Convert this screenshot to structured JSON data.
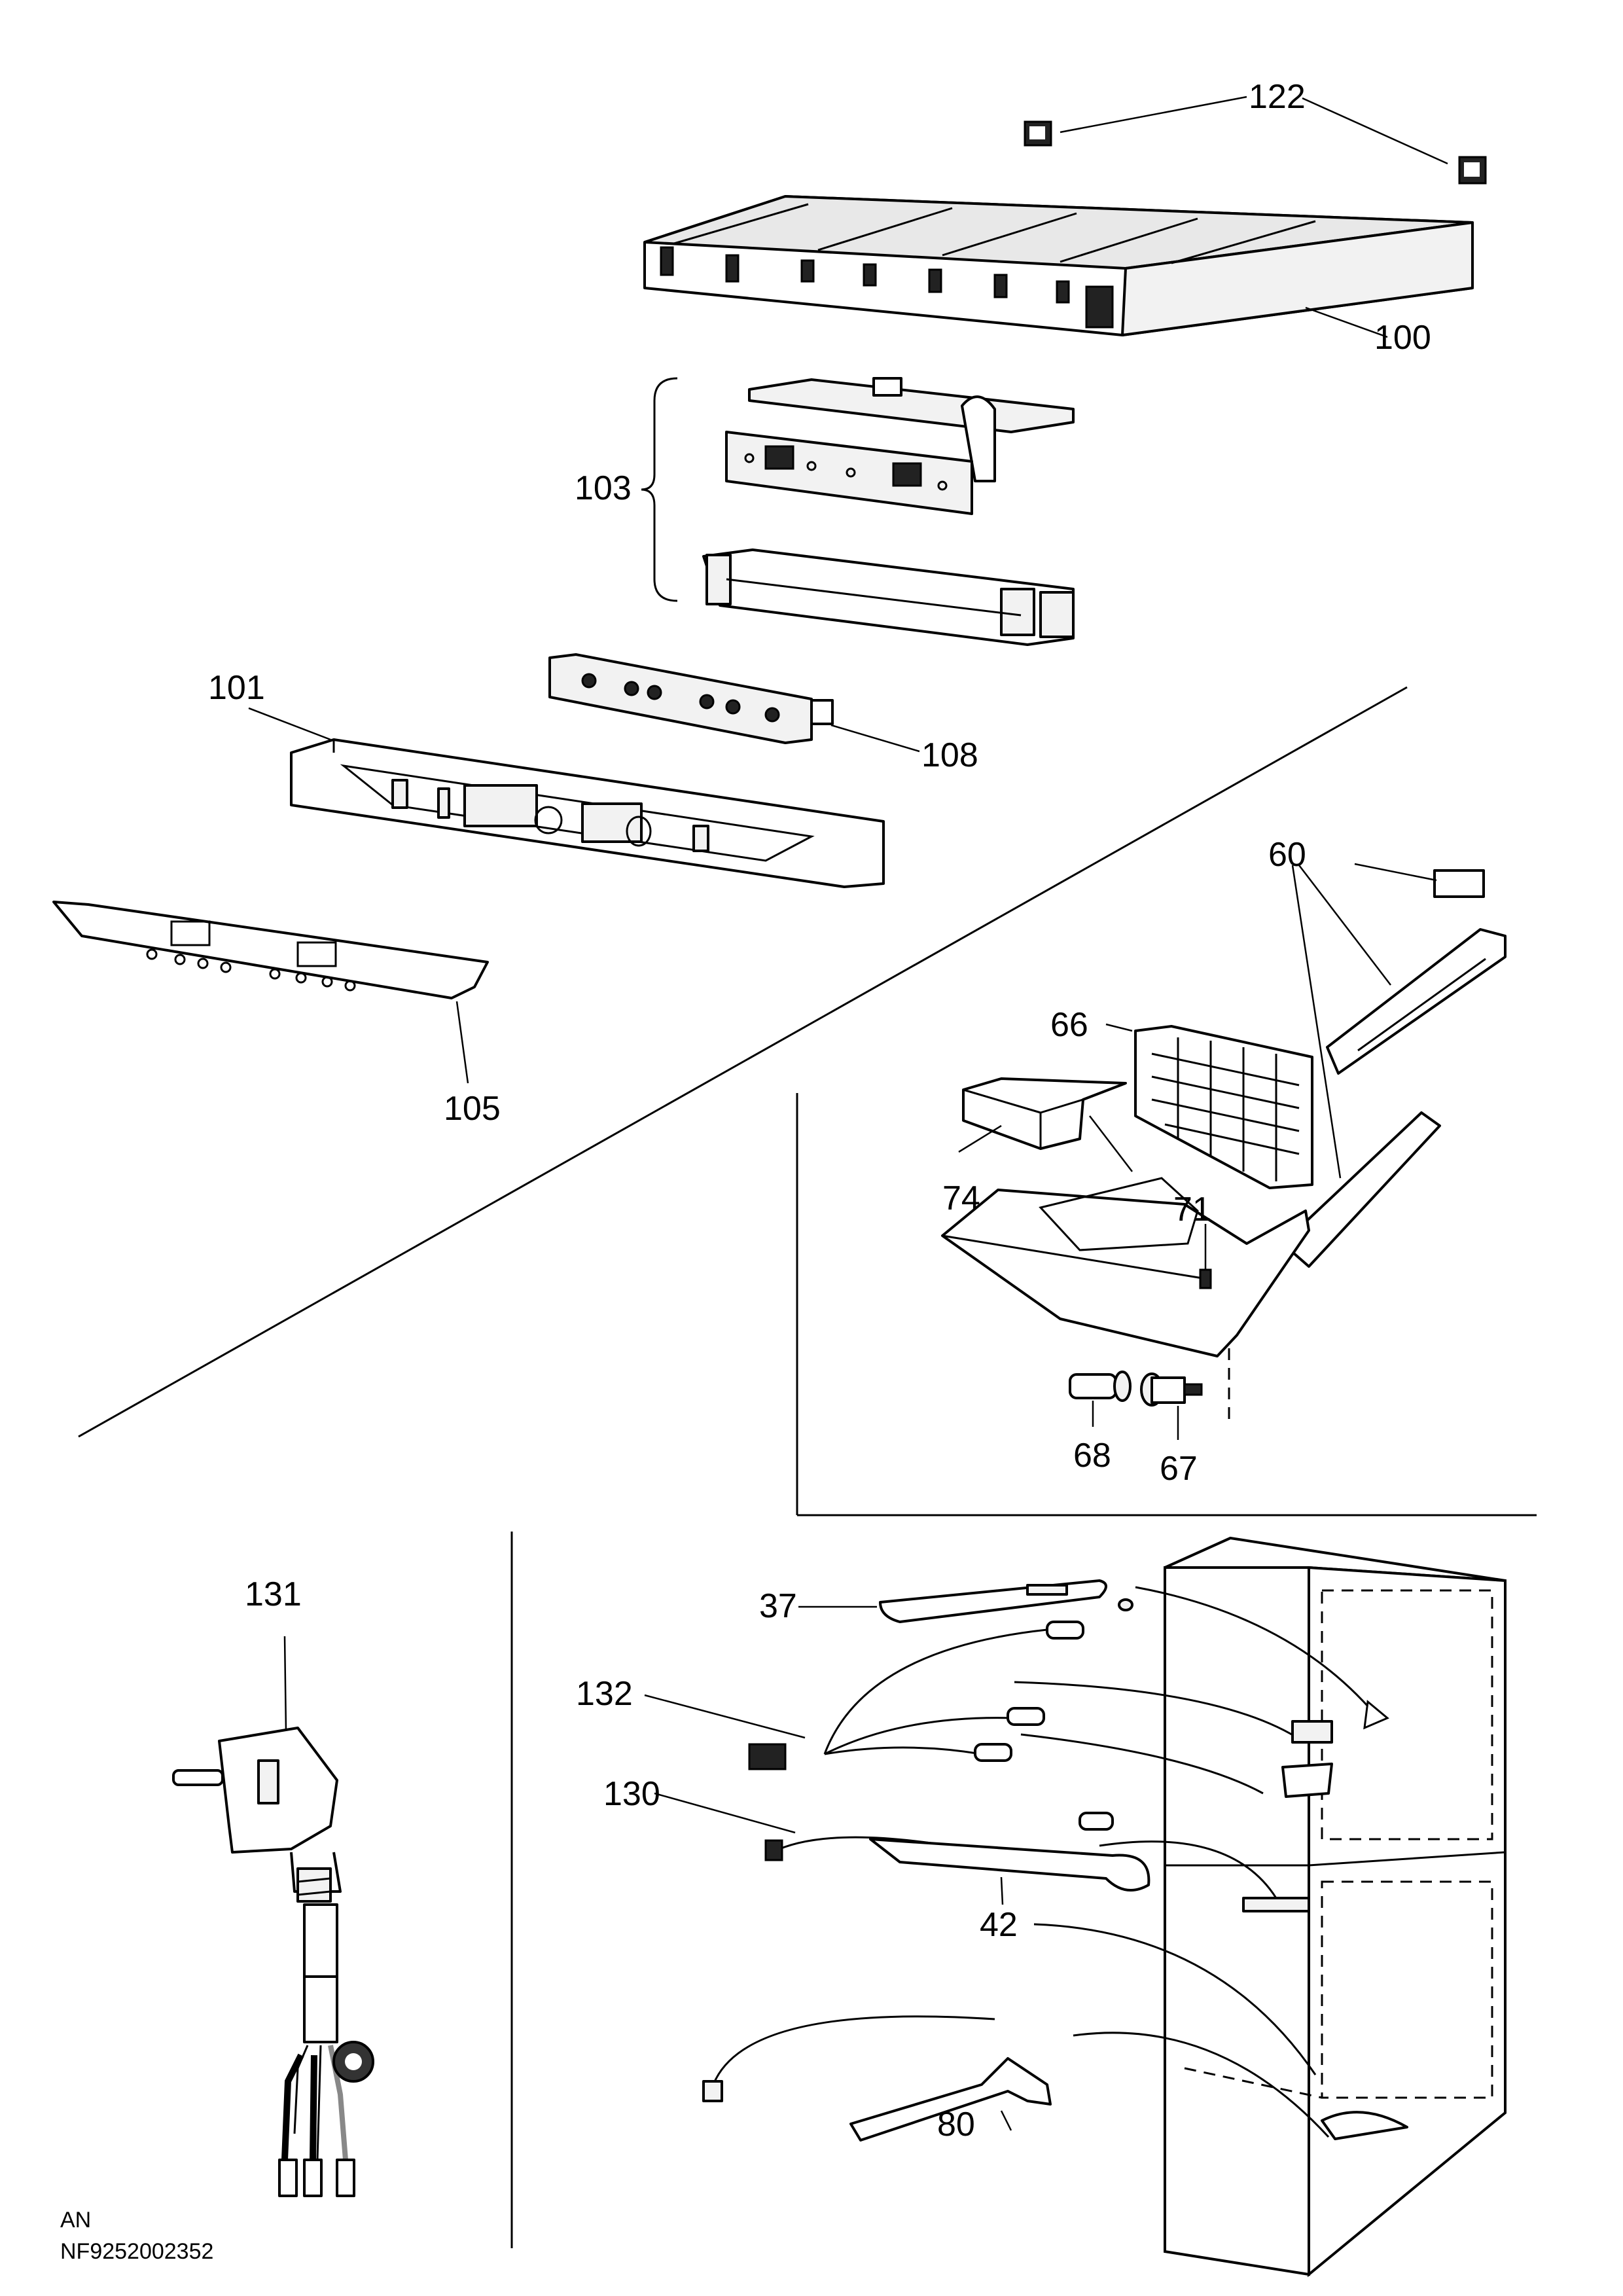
{
  "diagram": {
    "callouts": {
      "c122": "122",
      "c100": "100",
      "c103": "103",
      "c101": "101",
      "c108": "108",
      "c105": "105",
      "c60": "60",
      "c66": "66",
      "c74": "74",
      "c71": "71",
      "c68": "68",
      "c67": "67",
      "c131": "131",
      "c37": "37",
      "c132": "132",
      "c130": "130",
      "c42": "42",
      "c80": "80"
    },
    "footer": {
      "code": "AN",
      "document_number": "NF9252002352"
    }
  }
}
